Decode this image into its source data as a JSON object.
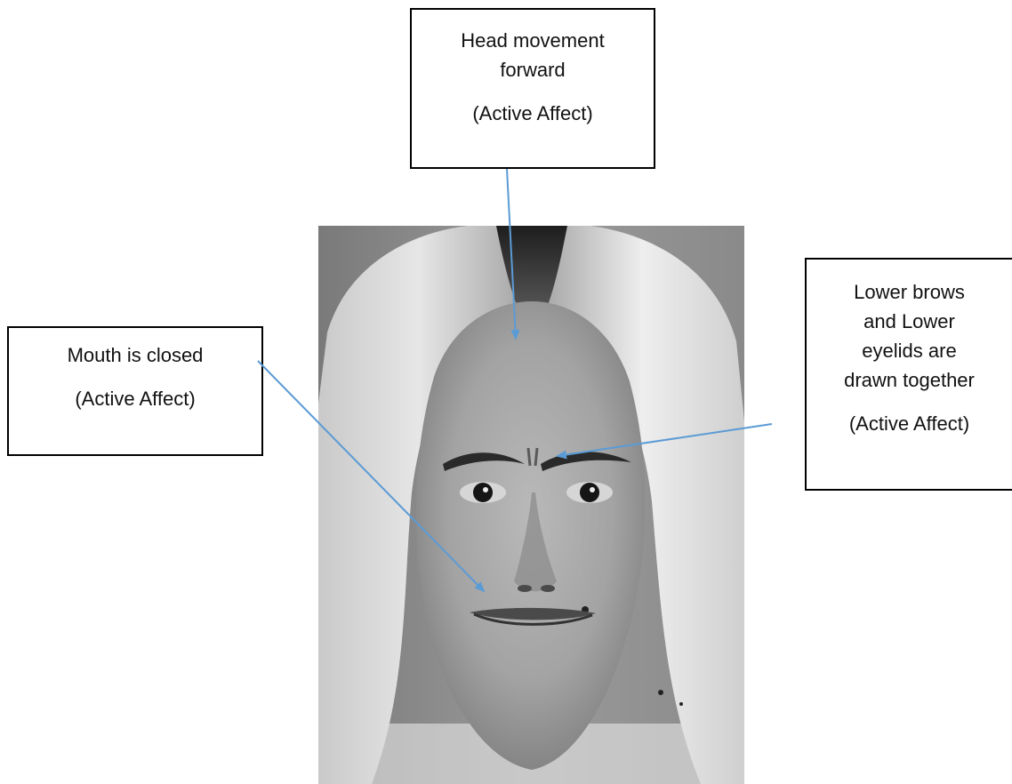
{
  "callouts": {
    "head": {
      "line1": "Head movement",
      "line2": "forward",
      "affect": "(Active Affect)"
    },
    "mouth": {
      "line1": "Mouth is closed",
      "affect": "(Active Affect)"
    },
    "brows": {
      "line1": "Lower brows",
      "line2": "and Lower",
      "line3": "eyelids are",
      "line4": "drawn together",
      "affect": "(Active Affect)"
    }
  },
  "colors": {
    "arrow": "#5b9bd5",
    "box_border": "#000000"
  }
}
